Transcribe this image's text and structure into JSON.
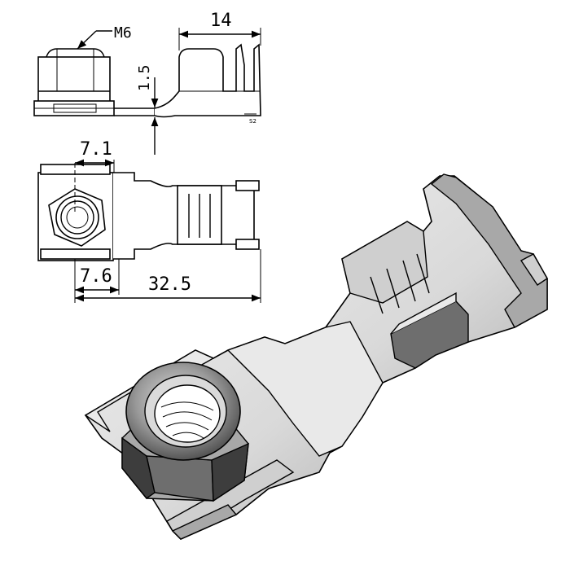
{
  "dimensions": {
    "thread": "M6",
    "width_top": "14",
    "thickness": "1.5",
    "hole_offset_top": "7.1",
    "hole_offset_bottom": "7.6",
    "overall_length": "32.5"
  }
}
